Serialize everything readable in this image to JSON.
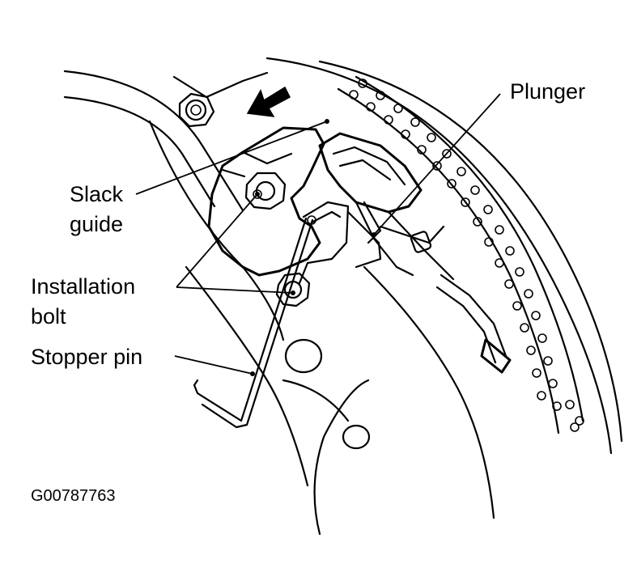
{
  "labels": {
    "plunger": "Plunger",
    "slack_guide_line1": "Slack",
    "slack_guide_line2": "guide",
    "installation_bolt_line1": "Installation",
    "installation_bolt_line2": "bolt",
    "stopper_pin": "Stopper pin"
  },
  "figure_code": "G00787763"
}
